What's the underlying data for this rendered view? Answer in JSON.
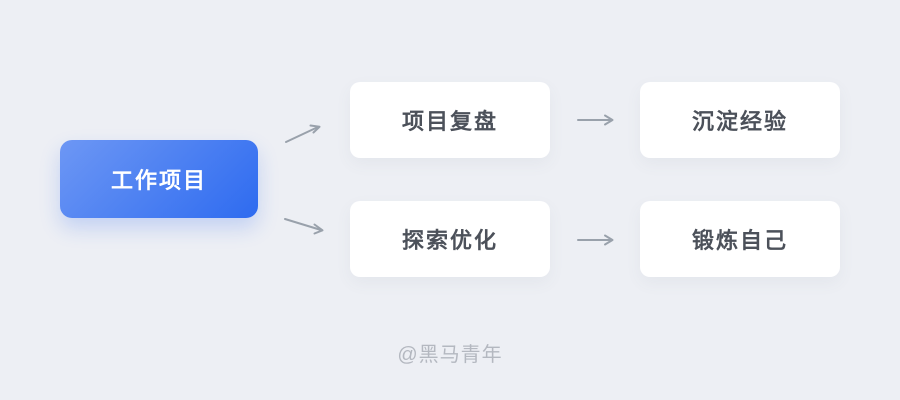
{
  "page": {
    "background_color": "#edeff4"
  },
  "diagram": {
    "root": {
      "label": "工作项目",
      "gradient_start": "#6d97f4",
      "gradient_end": "#2e6bf0",
      "text_color": "#ffffff"
    },
    "branches": [
      {
        "step": "项目复盘",
        "result": "沉淀经验"
      },
      {
        "step": "探索优化",
        "result": "锻炼自己"
      }
    ],
    "card_background": "#ffffff",
    "card_text_color": "#4c515a",
    "arrow_color": "#99a1ab"
  },
  "watermark": {
    "text": "@黑马青年",
    "color": "#b4b8c0"
  }
}
